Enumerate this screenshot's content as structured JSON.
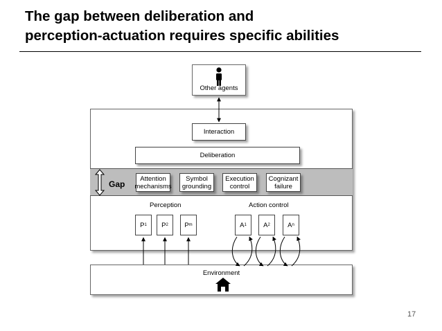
{
  "slide": {
    "title_line1": "The gap between deliberation and",
    "title_line2": "perception-actuation requires specific abilities",
    "page_number": "17"
  },
  "diagram": {
    "other_agents": "Other agents",
    "interaction": "Interaction",
    "deliberation": "Deliberation",
    "gap": "Gap",
    "abilities": [
      {
        "line1": "Attention",
        "line2": "mechanisms"
      },
      {
        "line1": "Symbol",
        "line2": "grounding"
      },
      {
        "line1": "Execution",
        "line2": "control"
      },
      {
        "line1": "Cognizant",
        "line2": "failure"
      }
    ],
    "perception_label": "Perception",
    "action_label": "Action control",
    "perception_units": [
      {
        "base": "P",
        "sub": "1"
      },
      {
        "base": "P",
        "sub": "2"
      },
      {
        "base": "P",
        "sub": "m"
      }
    ],
    "action_units": [
      {
        "base": "A",
        "sub": "1"
      },
      {
        "base": "A",
        "sub": "2"
      },
      {
        "base": "A",
        "sub": "n"
      }
    ],
    "environment": "Environment",
    "icons": {
      "agent": "person-icon",
      "environment": "house-icon",
      "gap": "double-arrow-icon"
    }
  }
}
